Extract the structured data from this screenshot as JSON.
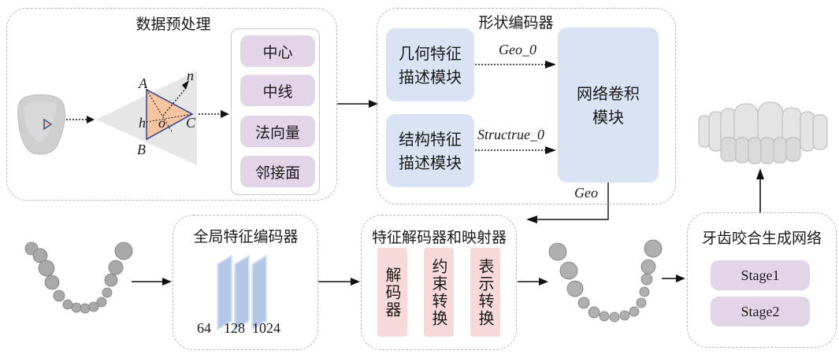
{
  "preprocess": {
    "title": "数据预处理",
    "vertex_labels": {
      "A": "A",
      "B": "B",
      "C": "C",
      "h": "h",
      "o": "o",
      "n": "n"
    },
    "features": [
      "中心",
      "中线",
      "法向量",
      "邻接面"
    ]
  },
  "shape_encoder": {
    "title": "形状编码器",
    "geo_module": "几何特征\n描述模块",
    "geo_module_lines": [
      "几何特征",
      "描述模块"
    ],
    "struct_module_lines": [
      "结构特征",
      "描述模块"
    ],
    "conv_module_lines": [
      "网络卷积",
      "模块"
    ],
    "geo_arrow_label": "Geo_0",
    "struct_arrow_label": "Structrue_0",
    "output_label": "Geo"
  },
  "global_encoder": {
    "title": "全局特征编码器",
    "dims": [
      "64",
      "128",
      "1024"
    ]
  },
  "decoder_mapper": {
    "title": "特征解码器和映射器",
    "blocks": [
      "解码器",
      "约束转换",
      "表示转换"
    ]
  },
  "occlusion_net": {
    "title": "牙齿咬合生成网络",
    "stages": [
      "Stage1",
      "Stage2"
    ]
  },
  "colors": {
    "purple_box": "#e1d5e7",
    "blue_box": "#dae3f3",
    "pink_box": "#f8d9d9",
    "triangle_fill": "#f6c4a0",
    "triangle_edge": "#3d4f9a",
    "dashed_border": "#b5b5b5"
  }
}
